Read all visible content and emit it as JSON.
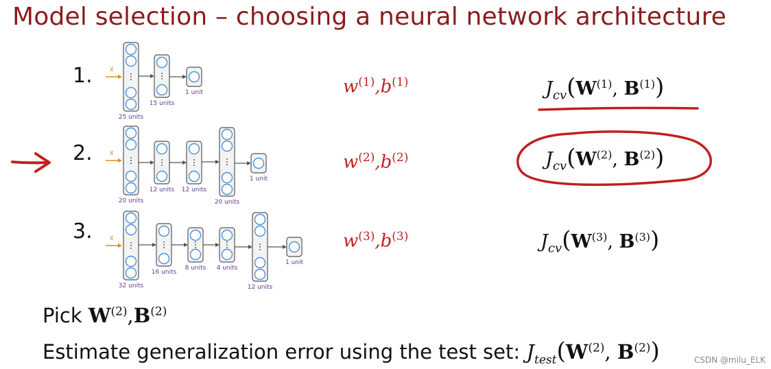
{
  "title": "Model selection – choosing a neural network architecture",
  "input_label": "x⃗",
  "models": [
    {
      "number": "1.",
      "param_w": "w",
      "param_b": "b",
      "idx": "(1)",
      "layers": [
        "25 units",
        "15 units",
        "1 unit"
      ]
    },
    {
      "number": "2.",
      "param_w": "w",
      "param_b": "b",
      "idx": "(2)",
      "layers": [
        "20 units",
        "12 units",
        "12 units",
        "20 units",
        "1 unit"
      ]
    },
    {
      "number": "3.",
      "param_w": "w",
      "param_b": "b",
      "idx": "(3)",
      "layers": [
        "32 units",
        "16 units",
        "8 units",
        "4 units",
        "12 units",
        "1 unit"
      ]
    }
  ],
  "jcv": {
    "J": "J",
    "sub": "cv",
    "W": "W",
    "B": "B",
    "sep": ",",
    "open": "(",
    "close": ")"
  },
  "pick": {
    "text": "Pick ",
    "W": "W",
    "B": "B",
    "idx": "(2)",
    "sep": ","
  },
  "estimate": {
    "text": "Estimate generalization error using the test set: ",
    "J": "J",
    "sub": "test",
    "W": "W",
    "B": "B",
    "idx": "(2)",
    "sep": ",",
    "open": "(",
    "close": ")"
  },
  "watermark": "CSDN @milu_ELK",
  "colors": {
    "title": "#8b1c1c",
    "annotation": "#c0201e",
    "neuron": "#4a90d9",
    "layer_box": "#555555"
  }
}
